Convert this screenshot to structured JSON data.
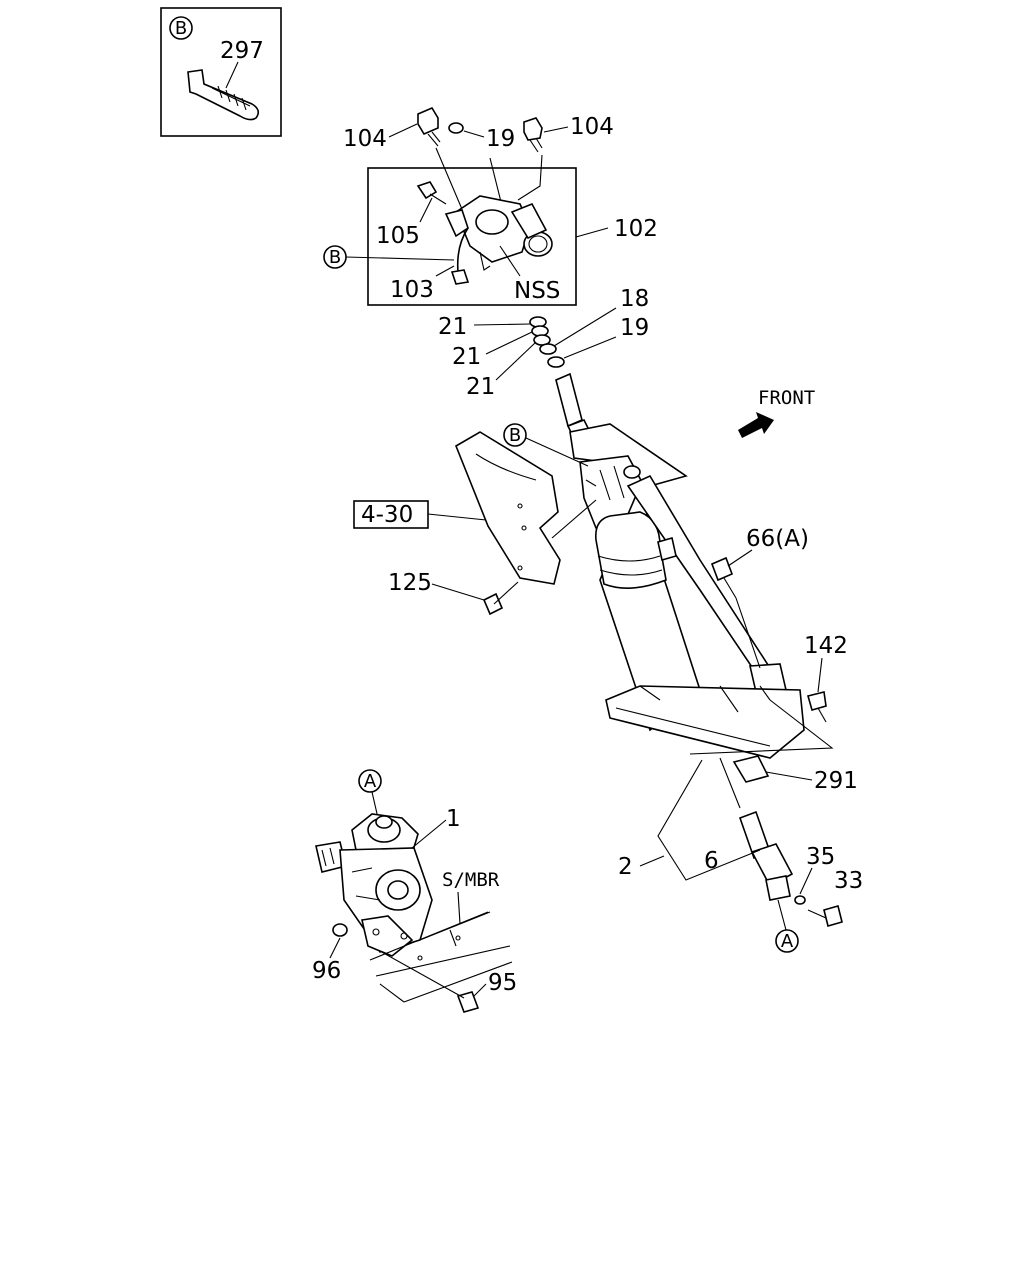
{
  "callouts": {
    "p297": "297",
    "p104_left": "104",
    "p104_right": "104",
    "p19_top": "19",
    "p105": "105",
    "p102": "102",
    "p103": "103",
    "nss": "NSS",
    "p18": "18",
    "p19_mid": "19",
    "p21_a": "21",
    "p21_b": "21",
    "p21_c": "21",
    "ref_4_30": "4-30",
    "p125": "125",
    "p66a": "66(A)",
    "p142": "142",
    "p291": "291",
    "p1": "1",
    "s_mbr": "S/MBR",
    "p2": "2",
    "p6": "6",
    "p35": "35",
    "p33": "33",
    "p96": "96",
    "p95": "95"
  },
  "markers": {
    "b": "B",
    "a": "A"
  },
  "direction": {
    "label": "FRONT"
  }
}
